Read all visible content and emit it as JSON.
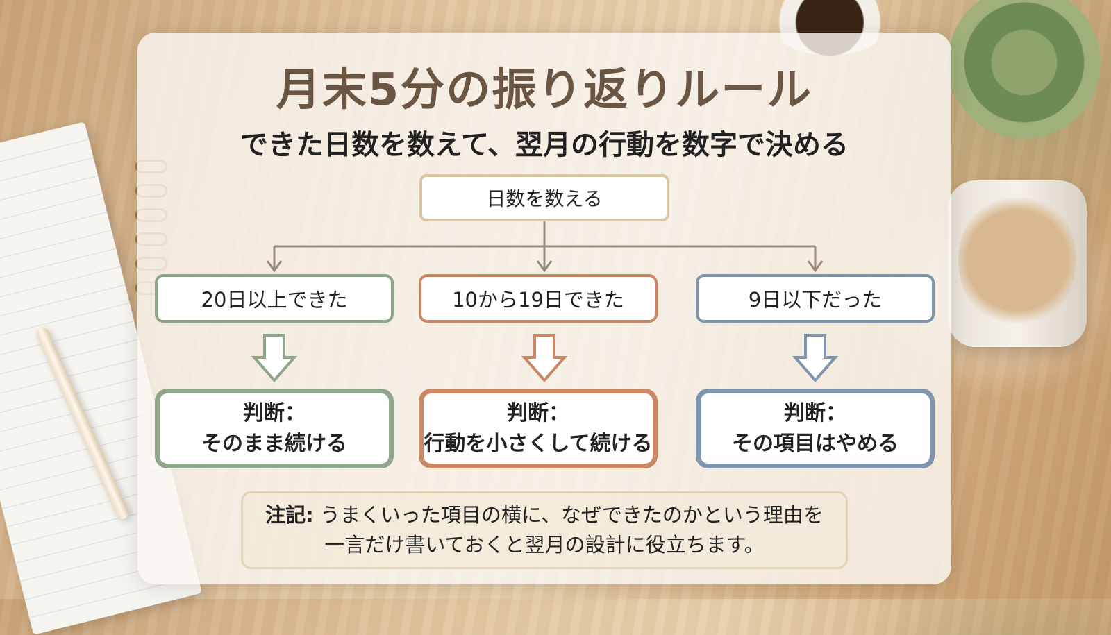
{
  "title": "月末5分の振り返りルール",
  "subtitle": "できた日数を数えて、翌月の行動を数字で決める",
  "root": "日数を数える",
  "branches": [
    {
      "condition": "20日以上できた",
      "decision_label": "判断：",
      "decision": "そのまま続ける",
      "color": "#8fa68a"
    },
    {
      "condition": "10から19日できた",
      "decision_label": "判断：",
      "decision": "行動を小さくして続ける",
      "color": "#c98766"
    },
    {
      "condition": "9日以下だった",
      "decision_label": "判断：",
      "decision": "その項目はやめる",
      "color": "#7f95ad"
    }
  ],
  "note": {
    "label": "注記:",
    "line1": "うまくいった項目の横に、なぜできたのかという理由を",
    "line2": "一言だけ書いておくと翌月の設計に役立ちます。"
  },
  "connector_color": "#9a8a78"
}
